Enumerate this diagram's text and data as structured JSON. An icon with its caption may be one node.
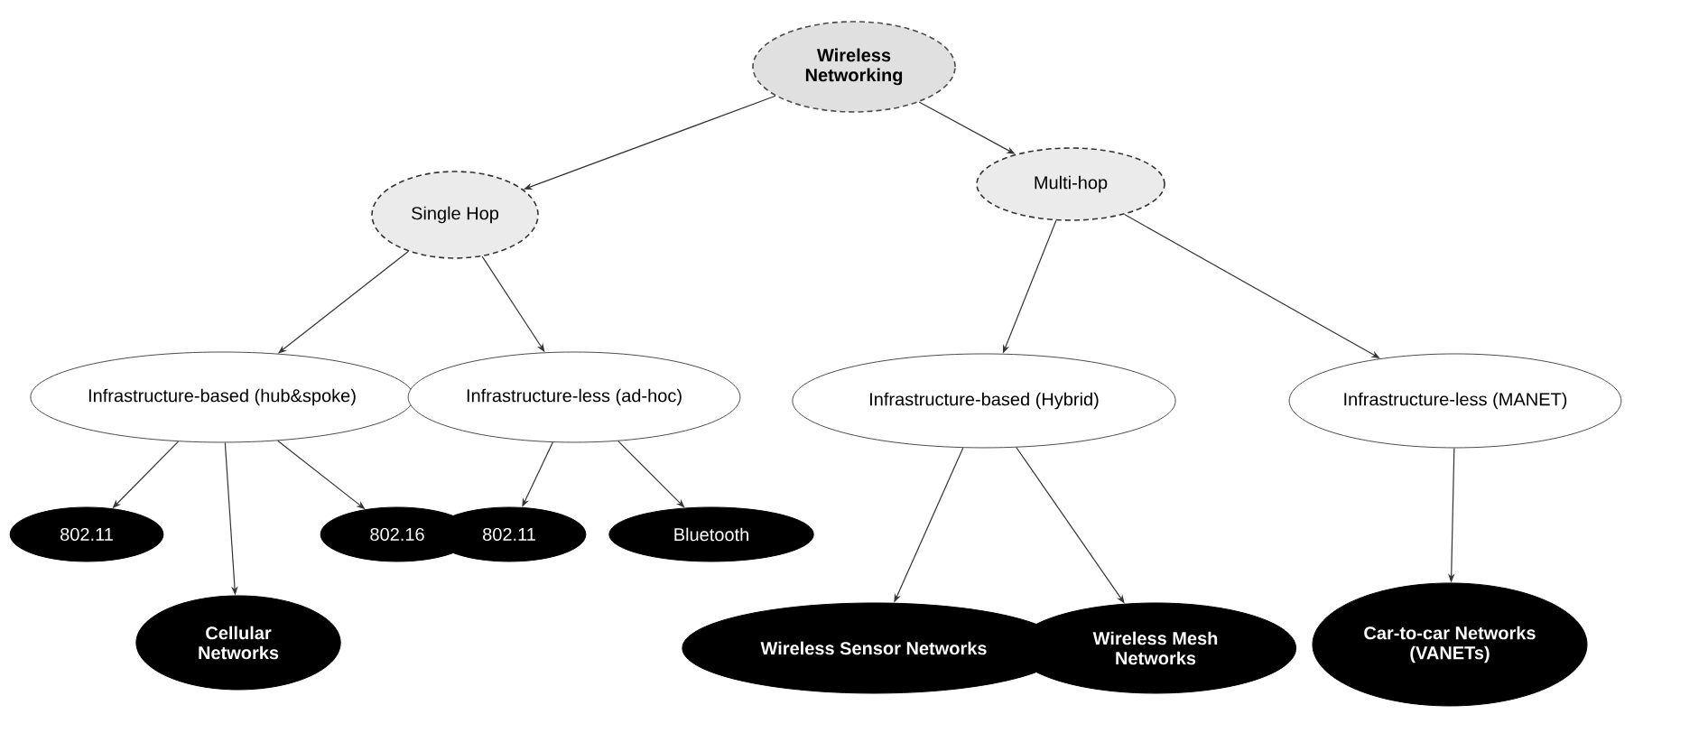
{
  "diagram": {
    "nodes": [
      {
        "text": [
          "Wireless Networking"
        ]
      },
      {
        "text": [
          "Single Hop"
        ]
      },
      {
        "text": [
          "Multi-hop"
        ]
      },
      {
        "text": [
          "Infrastructure-based (hub&spoke)"
        ]
      },
      {
        "text": [
          "Infrastructure-less (ad-hoc)"
        ]
      },
      {
        "text": [
          "Infrastructure-based (Hybrid)"
        ]
      },
      {
        "text": [
          "Infrastructure-less (MANET)"
        ]
      },
      {
        "text": [
          "802.11"
        ]
      },
      {
        "text": [
          "Cellular Networks"
        ]
      },
      {
        "text": [
          "802.16"
        ]
      },
      {
        "text": [
          "802.11"
        ]
      },
      {
        "text": [
          "Bluetooth"
        ]
      },
      {
        "text": [
          "Wireless Sensor Networks"
        ]
      },
      {
        "text": [
          "Wireless Mesh Networks"
        ]
      },
      {
        "text": [
          "Car-to-car Networks (VANETs)"
        ]
      }
    ],
    "edges": [
      {
        "from": 0,
        "to": 1,
        "arrow": "to"
      },
      {
        "from": 0,
        "to": 2,
        "arrow": "to"
      },
      {
        "from": 1,
        "to": 3,
        "arrow": "to"
      },
      {
        "from": 1,
        "to": 4,
        "arrow": "to"
      },
      {
        "from": 2,
        "to": 5,
        "arrow": "to"
      },
      {
        "from": 2,
        "to": 6,
        "arrow": "to"
      },
      {
        "from": 3,
        "to": 7,
        "arrow": "to"
      },
      {
        "from": 3,
        "to": 8,
        "arrow": "to"
      },
      {
        "from": 3,
        "to": 9,
        "arrow": "to"
      },
      {
        "from": 4,
        "to": 10,
        "arrow": "to"
      },
      {
        "from": 4,
        "to": 11,
        "arrow": "to"
      },
      {
        "from": 5,
        "to": 12,
        "arrow": "to"
      },
      {
        "from": 5,
        "to": 13,
        "arrow": "to"
      },
      {
        "from": 6,
        "to": 14,
        "arrow": "to"
      }
    ]
  }
}
